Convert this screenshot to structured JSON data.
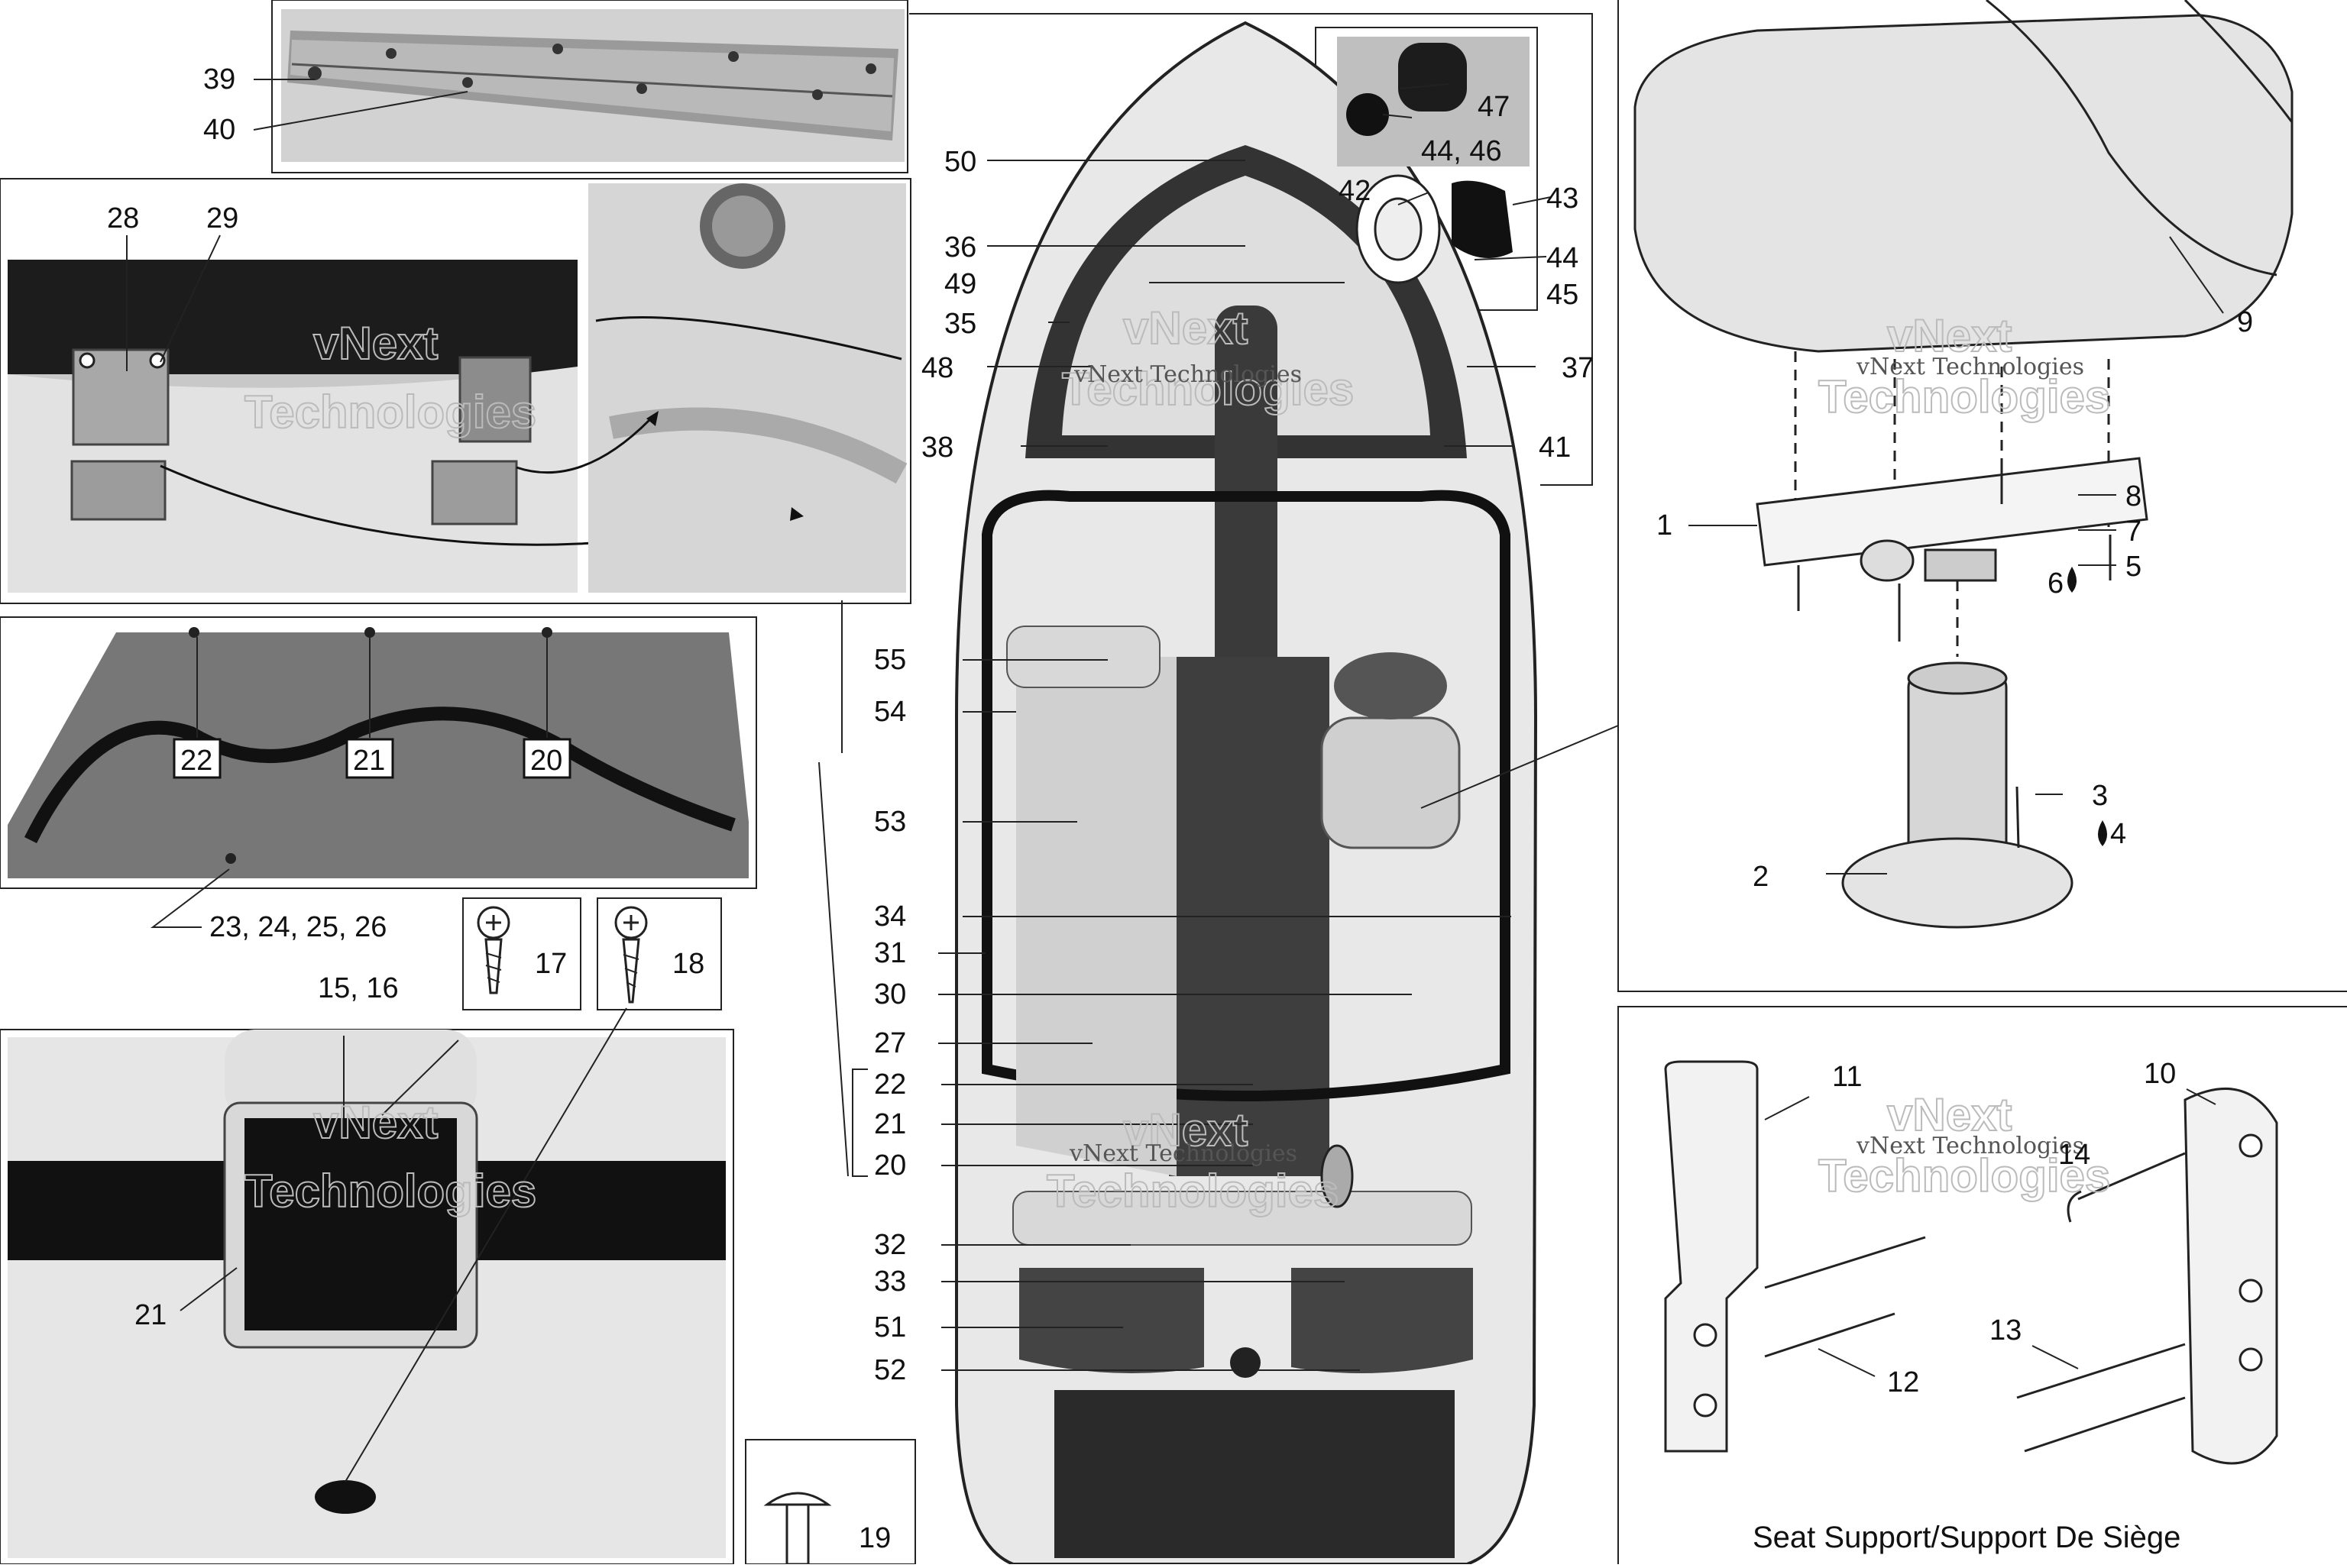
{
  "diagram": {
    "caption": "Seat Support/Support De Siège",
    "watermark": {
      "small": "vNext Technologies",
      "large_line1": "vNext",
      "large_line2": "Technologies"
    },
    "callouts": {
      "c1": "1",
      "c2": "2",
      "c3": "3",
      "c4": "4",
      "c5": "5",
      "c6": "6",
      "c7": "7",
      "c8": "8",
      "c9": "9",
      "c10": "10",
      "c11": "11",
      "c12": "12",
      "c13": "13",
      "c14": "14",
      "c15_16": "15, 16",
      "c17": "17",
      "c18": "18",
      "c19": "19",
      "c20": "20",
      "c21": "21",
      "c22": "22",
      "c23_26": "23, 24, 25, 26",
      "c27": "27",
      "c28": "28",
      "c29": "29",
      "c30": "30",
      "c31": "31",
      "c32": "32",
      "c33": "33",
      "c34": "34",
      "c35": "35",
      "c36": "36",
      "c37": "37",
      "c38": "38",
      "c39": "39",
      "c40": "40",
      "c41": "41",
      "c42": "42",
      "c43": "43",
      "c44": "44",
      "c44_46": "44, 46",
      "c45": "45",
      "c47": "47",
      "c48": "48",
      "c49": "49",
      "c50": "50",
      "c51": "51",
      "c52": "52",
      "c53": "53",
      "c54": "54",
      "c55": "55"
    },
    "panel_boxes": {
      "c20": "20",
      "c21": "21",
      "c22": "22"
    },
    "icons": [
      "screw-icon",
      "rivet-icon",
      "oil-drop-icon"
    ]
  }
}
